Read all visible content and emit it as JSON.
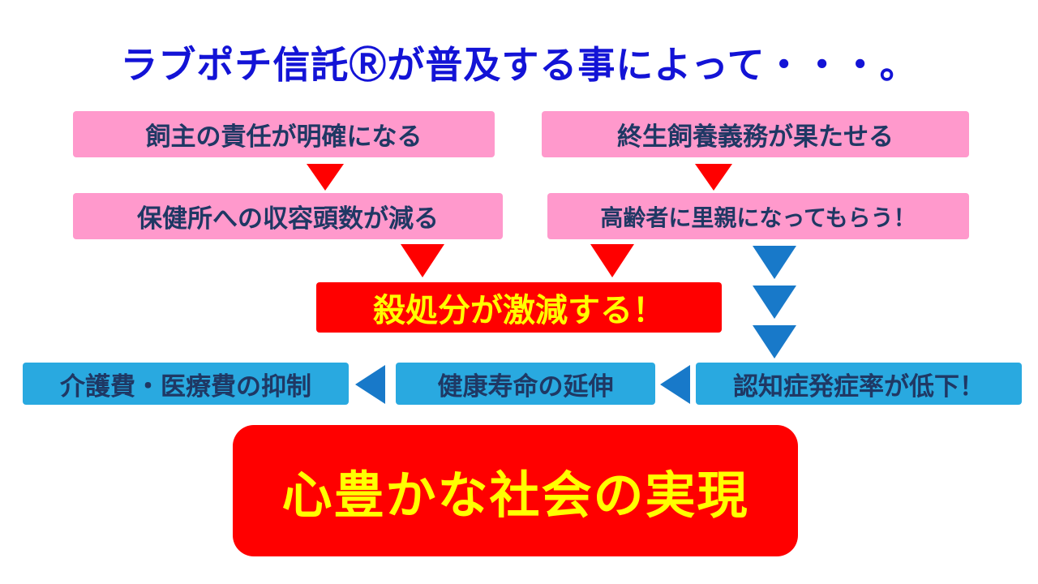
{
  "title": "ラブポチ信託Ⓡが普及する事によって・・・。",
  "flow": {
    "owner_responsibility": "飼主の責任が明確になる",
    "lifelong_care_duty": "終生飼養義務が果たせる",
    "shelter_intake_decrease": "保健所への収容頭数が減る",
    "senior_foster": "高齢者に里親になってもらう！",
    "culling_plummets": "殺処分が激減する！",
    "care_medical_cost_control": "介護費・医療費の抑制",
    "healthy_lifespan_extension": "健康寿命の延伸",
    "dementia_rate_drop": "認知症発症率が低下！",
    "rich_society": "心豊かな社会の実現"
  },
  "icons": {
    "red_down_arrow": "red-down-arrow",
    "blue_down_arrow": "blue-down-arrow",
    "blue_left_arrow": "blue-left-arrow"
  },
  "colors": {
    "background": "#ffffff",
    "title_blue": "#1313d6",
    "box_text_navy": "#1f3864",
    "pink_box": "#ff99cc",
    "red_box": "#ff0000",
    "yellow_text": "#ffff00",
    "light_blue_box": "#29a9e0",
    "blue_arrow": "#1879c9"
  }
}
